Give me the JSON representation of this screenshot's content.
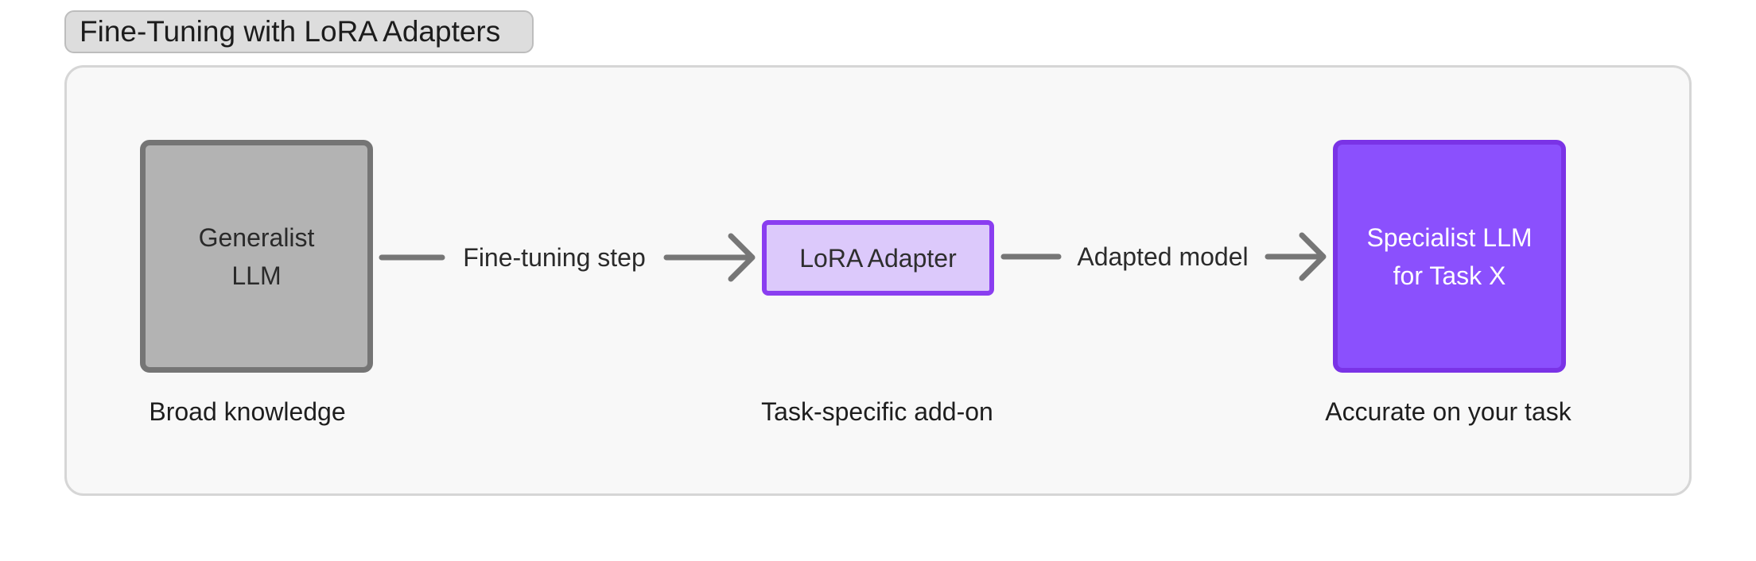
{
  "title": "Fine-Tuning with LoRA Adapters",
  "nodes": {
    "generalist": {
      "label": "Generalist\nLLM",
      "caption": "Broad knowledge",
      "fill": "#b3b3b3",
      "border": "#757575"
    },
    "lora": {
      "label": "LoRA Adapter",
      "caption": "Task-specific add-on",
      "fill": "#dcc9fb",
      "border": "#8a3ef0"
    },
    "specialist": {
      "label": "Specialist LLM\nfor Task X",
      "caption": "Accurate on your task",
      "fill": "#8b50fd",
      "border": "#7a33e6"
    }
  },
  "edges": [
    {
      "from": "generalist",
      "to": "lora",
      "label": "Fine-tuning step"
    },
    {
      "from": "lora",
      "to": "specialist",
      "label": "Adapted model"
    }
  ],
  "colors": {
    "arrow": "#767676",
    "frame_bg": "#f8f8f8",
    "frame_border": "#d6d6d6",
    "title_bg": "#dddddd"
  }
}
